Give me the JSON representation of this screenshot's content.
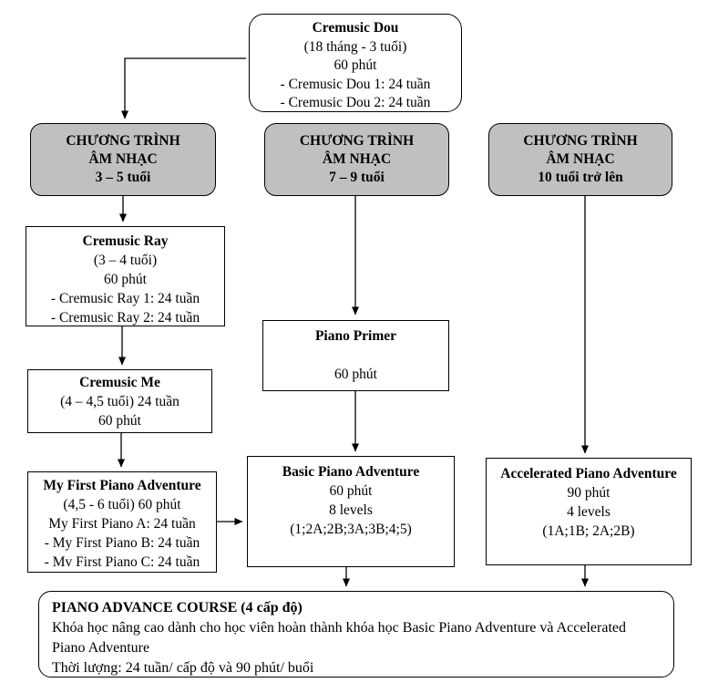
{
  "colors": {
    "background": "#ffffff",
    "node_fill": "#ffffff",
    "program_node_fill": "#c0c0c0",
    "border": "#000000",
    "arrow": "#000000"
  },
  "nodes": {
    "cremusic_dou": {
      "title": "Cremusic Dou",
      "lines": [
        "(18 tháng - 3 tuổi)",
        "60 phút",
        "- Cremusic Dou 1: 24 tuần",
        "- Cremusic Dou 2: 24 tuần"
      ]
    },
    "program_3_5": {
      "lines": [
        "CHƯƠNG TRÌNH",
        "ÂM NHẠC",
        "3 – 5 tuổi"
      ]
    },
    "program_7_9": {
      "lines": [
        "CHƯƠNG TRÌNH",
        "ÂM NHẠC",
        "7 – 9 tuổi"
      ]
    },
    "program_10_plus": {
      "lines": [
        "CHƯƠNG TRÌNH",
        "ÂM NHẠC",
        "10 tuổi trở lên"
      ]
    },
    "cremusic_ray": {
      "title": "Cremusic Ray",
      "lines": [
        "(3 – 4 tuổi)",
        "60 phút",
        "- Cremusic Ray 1: 24 tuần",
        "- Cremusic Ray 2: 24 tuần"
      ]
    },
    "cremusic_me": {
      "title": "Cremusic Me",
      "lines": [
        "(4 – 4,5 tuổi) 24 tuần",
        "60 phút"
      ]
    },
    "my_first_piano": {
      "title": "My First Piano Adventure",
      "lines": [
        "(4,5 - 6 tuổi) 60 phút",
        "My First Piano A: 24 tuần",
        "- My First Piano B: 24 tuần",
        "- Mv First Piano C: 24 tuần"
      ]
    },
    "piano_primer": {
      "title": "Piano Primer",
      "lines": [
        "60 phút"
      ]
    },
    "basic_piano": {
      "title": "Basic Piano Adventure",
      "lines": [
        "60 phút",
        "8 levels",
        "(1;2A;2B;3A;3B;4;5)"
      ]
    },
    "accelerated_piano": {
      "title": "Accelerated Piano Adventure",
      "lines": [
        "90 phút",
        "4 levels",
        "(1A;1B; 2A;2B)"
      ]
    },
    "piano_advance": {
      "title": "PIANO ADVANCE COURSE (4 cấp độ)",
      "lines": [
        "Khóa học nâng cao dành cho học viên hoàn thành khóa học Basic Piano Adventure và Accelerated",
        "Piano Adventure",
        "Thời lượng: 24 tuần/ cấp độ và 90 phút/ buổi"
      ]
    }
  }
}
